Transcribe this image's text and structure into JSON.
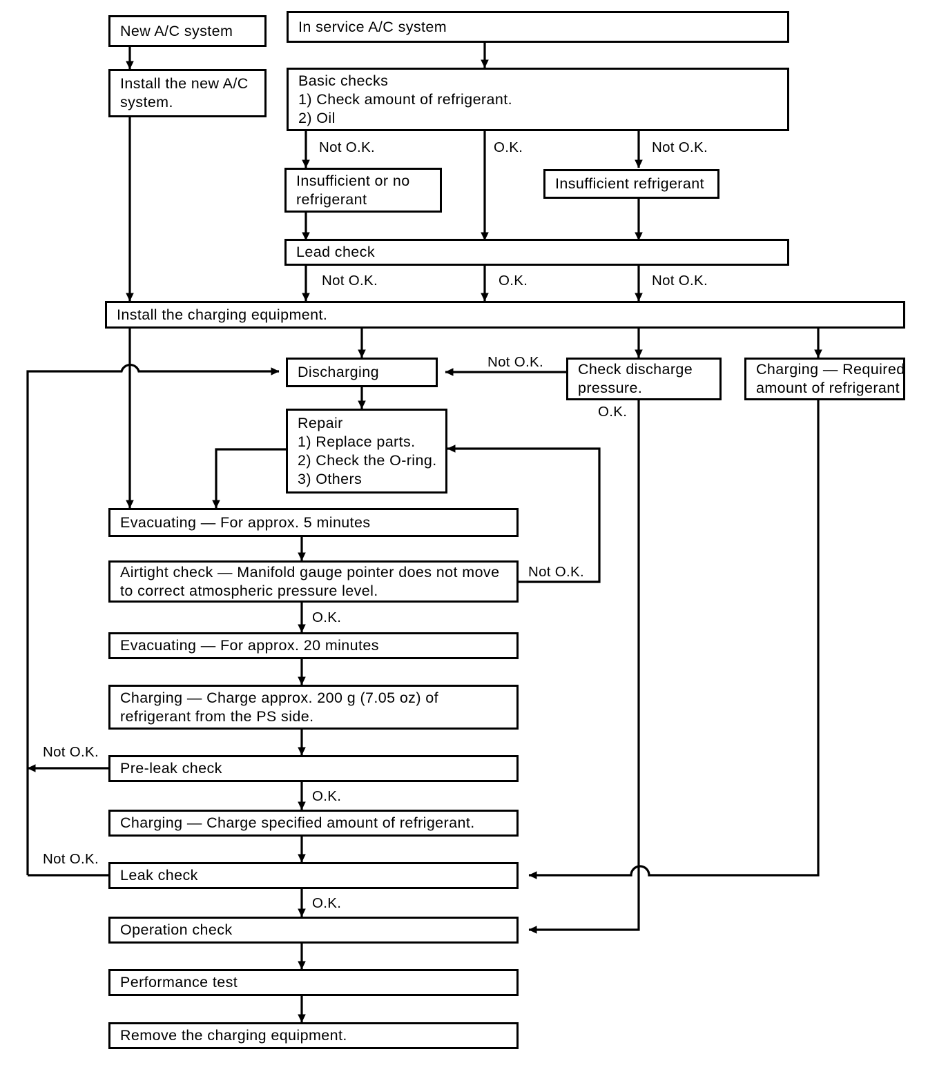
{
  "diagram": {
    "title": "A/C system refrigerant charging flowchart",
    "stroke_color": "#000000",
    "background_color": "#ffffff"
  },
  "nodes": {
    "new_ac_system": {
      "lines": [
        "New A/C system"
      ]
    },
    "in_service_ac_system": {
      "lines": [
        "In service A/C system"
      ]
    },
    "install_new_ac": {
      "lines": [
        "Install the new A/C",
        "system."
      ]
    },
    "basic_checks": {
      "lines": [
        "Basic checks",
        "1) Check amount of refrigerant.",
        "2) Oil"
      ]
    },
    "insufficient_or_no_refrigerant": {
      "lines": [
        "Insufficient or no",
        "refrigerant"
      ]
    },
    "insufficient_refrigerant": {
      "lines": [
        "Insufficient refrigerant"
      ]
    },
    "lead_check": {
      "lines": [
        "Lead check"
      ]
    },
    "install_charging_equipment": {
      "lines": [
        "Install the charging equipment."
      ]
    },
    "discharging": {
      "lines": [
        "Discharging"
      ]
    },
    "check_discharge_pressure": {
      "lines": [
        "Check discharge",
        "pressure."
      ]
    },
    "charging_required_amount": {
      "lines": [
        "Charging — Required",
        "amount of refrigerant"
      ]
    },
    "repair": {
      "lines": [
        "Repair",
        "1) Replace parts.",
        "2) Check the O-ring.",
        "3) Others"
      ]
    },
    "evacuating_5": {
      "lines": [
        "Evacuating — For approx. 5 minutes"
      ]
    },
    "airtight_check": {
      "lines": [
        "Airtight check — Manifold gauge pointer does not move",
        "to correct atmospheric pressure level."
      ]
    },
    "evacuating_20": {
      "lines": [
        "Evacuating — For approx. 20 minutes"
      ]
    },
    "charging_200g": {
      "lines": [
        "Charging — Charge approx. 200 g (7.05 oz) of",
        "refrigerant from the PS side."
      ]
    },
    "pre_leak_check": {
      "lines": [
        "Pre-leak check"
      ]
    },
    "charging_specified": {
      "lines": [
        "Charging — Charge specified amount of refrigerant."
      ]
    },
    "leak_check": {
      "lines": [
        "Leak check"
      ]
    },
    "operation_check": {
      "lines": [
        "Operation check"
      ]
    },
    "performance_test": {
      "lines": [
        "Performance test"
      ]
    },
    "remove_charging_equipment": {
      "lines": [
        "Remove the charging equipment."
      ]
    }
  },
  "edge_labels": {
    "basic_not_ok_left": "Not O.K.",
    "basic_ok_mid": "O.K.",
    "basic_not_ok_right": "Not O.K.",
    "lead_not_ok_left": "Not O.K.",
    "lead_ok_mid": "O.K.",
    "lead_not_ok_right": "Not O.K.",
    "discharge_not_ok": "Not O.K.",
    "discharge_ok": "O.K.",
    "airtight_not_ok": "Not O.K.",
    "airtight_ok": "O.K.",
    "preleak_not_ok": "Not O.K.",
    "preleak_ok": "O.K.",
    "leak_not_ok": "Not O.K.",
    "leak_ok": "O.K."
  }
}
